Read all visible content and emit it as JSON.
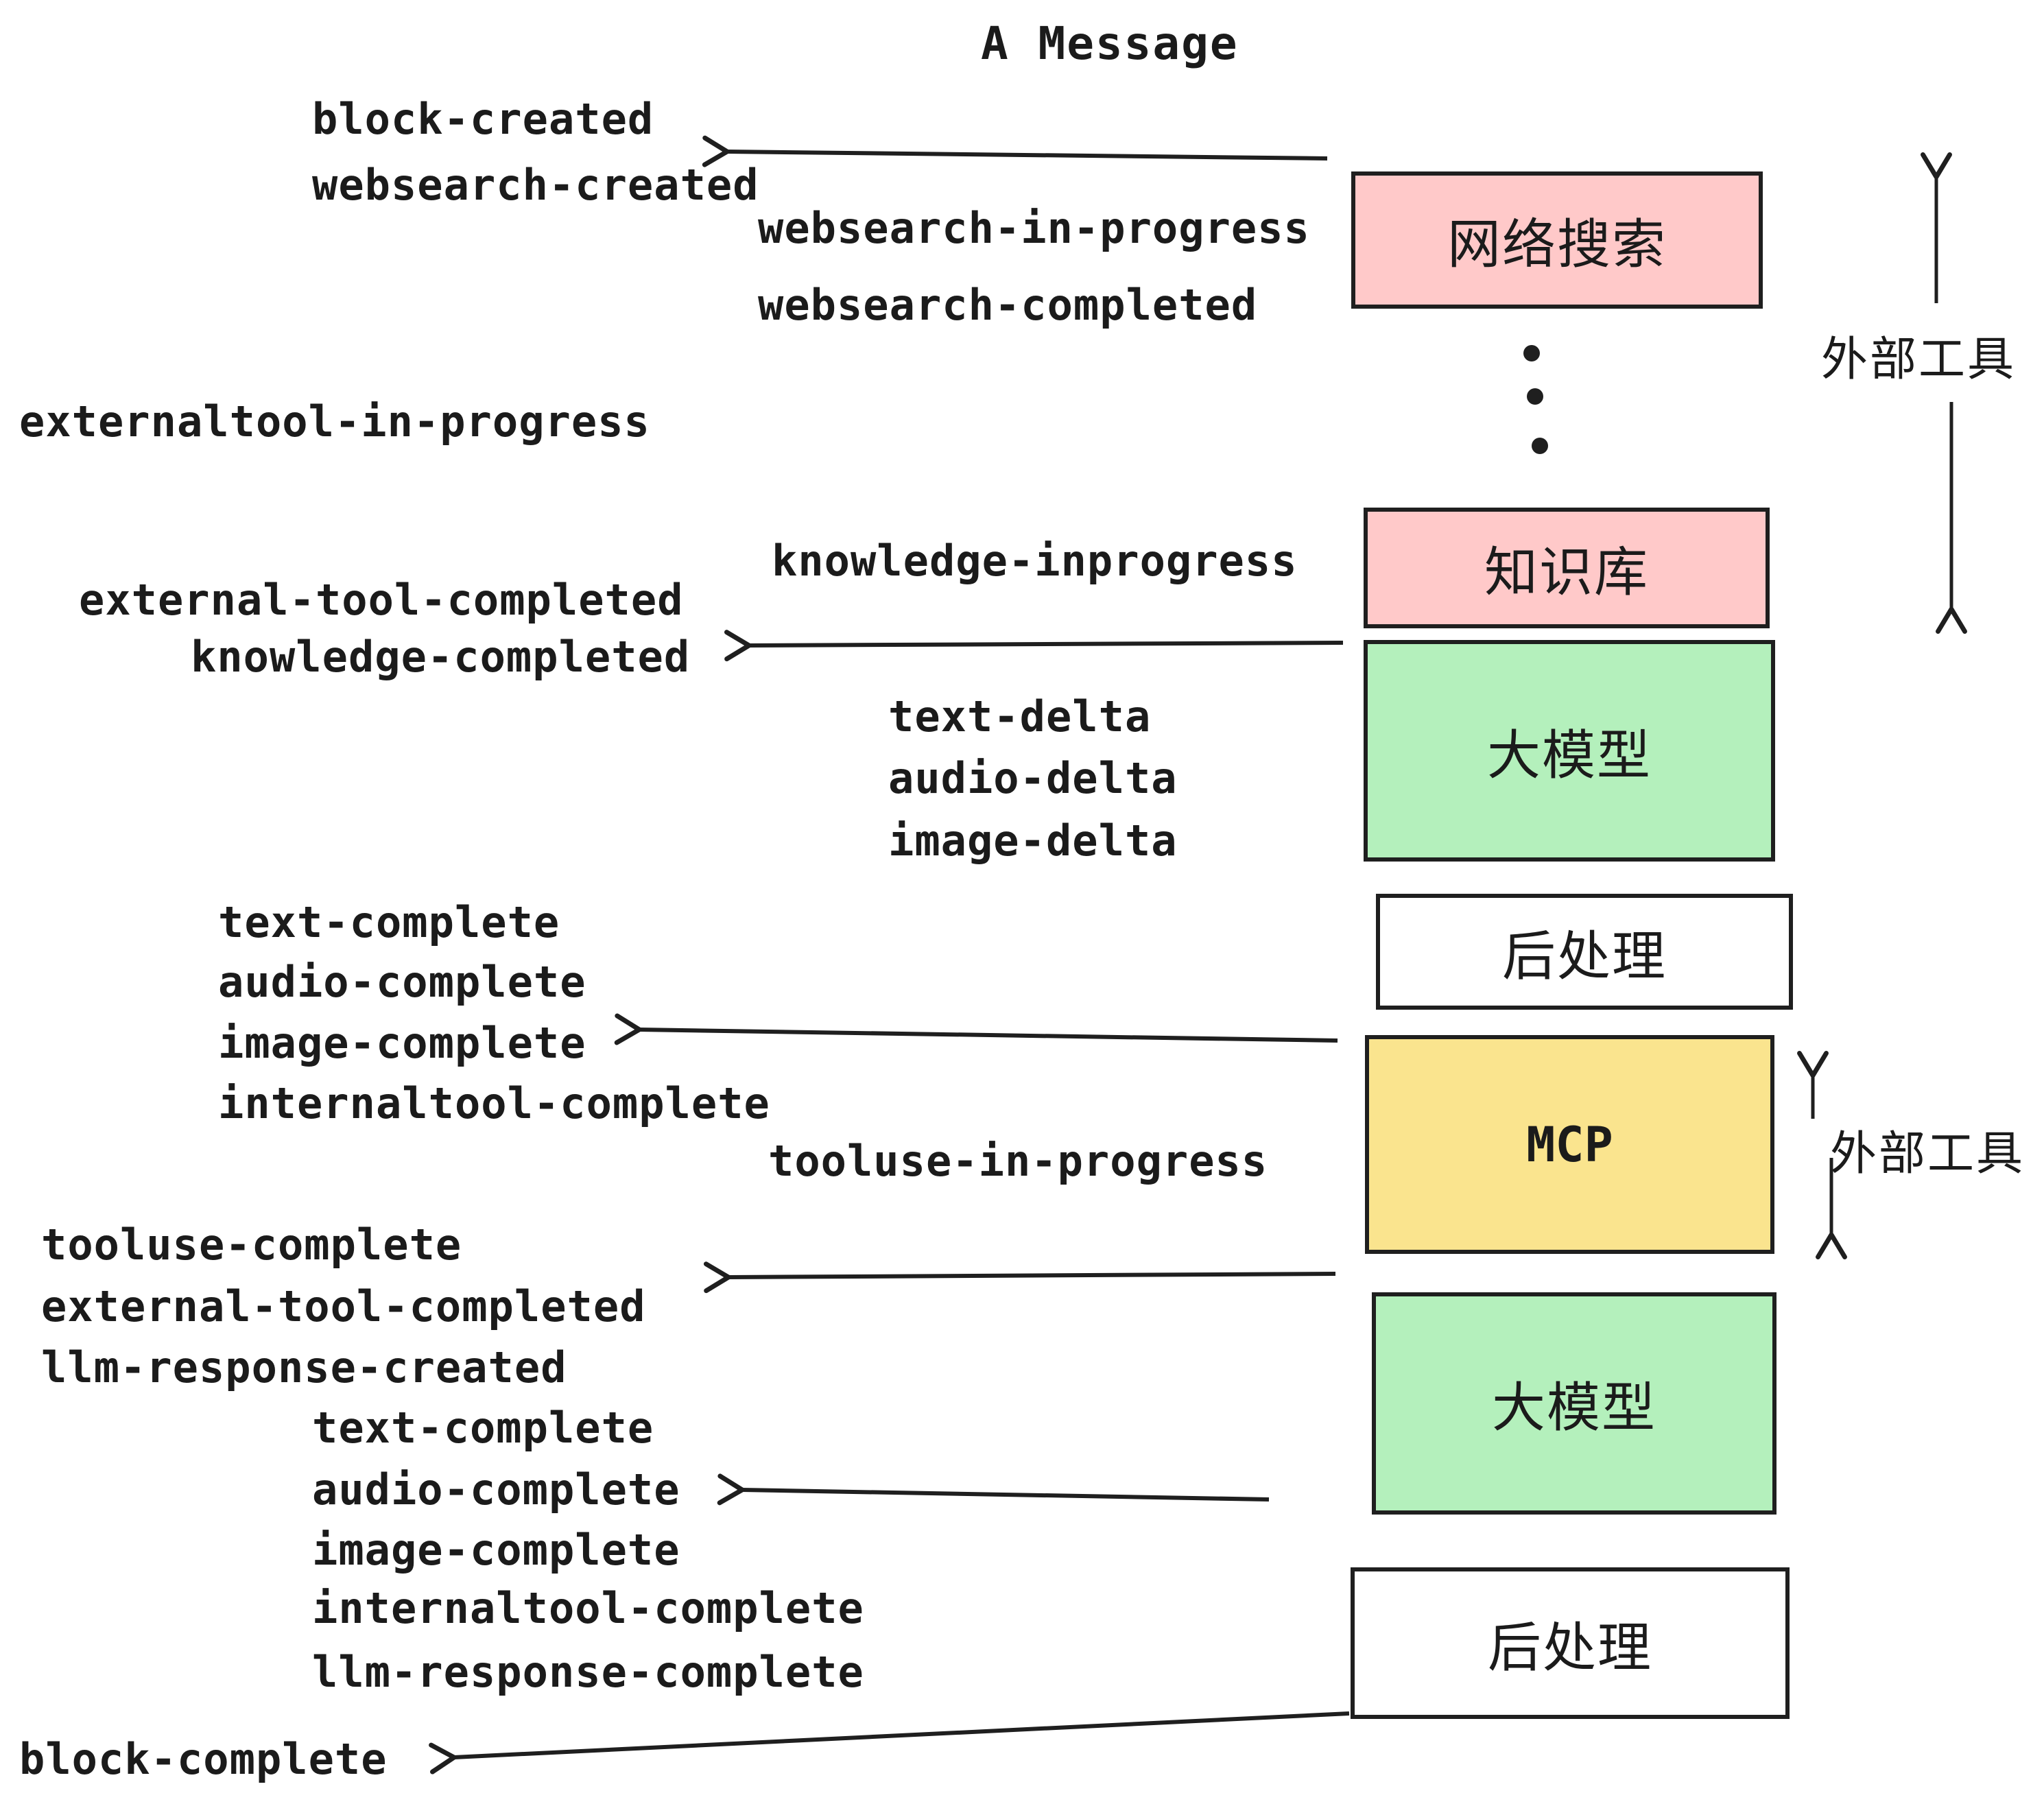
{
  "title": "A Message",
  "events": [
    {
      "id": "block-created",
      "label": "block-created"
    },
    {
      "id": "websearch-created",
      "label": "websearch-created"
    },
    {
      "id": "websearch-in-progress",
      "label": "websearch-in-progress"
    },
    {
      "id": "websearch-completed",
      "label": "websearch-completed"
    },
    {
      "id": "externaltool-in-progress",
      "label": "externaltool-in-progress"
    },
    {
      "id": "knowledge-inprogress",
      "label": "knowledge-inprogress"
    },
    {
      "id": "external-tool-completed",
      "label": "external-tool-completed"
    },
    {
      "id": "knowledge-completed",
      "label": "knowledge-completed"
    },
    {
      "id": "text-delta",
      "label": "text-delta"
    },
    {
      "id": "audio-delta",
      "label": "audio-delta"
    },
    {
      "id": "image-delta",
      "label": "image-delta"
    },
    {
      "id": "text-complete",
      "label": "text-complete"
    },
    {
      "id": "audio-complete",
      "label": "audio-complete"
    },
    {
      "id": "image-complete",
      "label": "image-complete"
    },
    {
      "id": "internaltool-complete",
      "label": "internaltool-complete"
    },
    {
      "id": "tooluse-in-progress",
      "label": "tooluse-in-progress"
    },
    {
      "id": "tooluse-complete",
      "label": "tooluse-complete"
    },
    {
      "id": "external-tool-completed-2",
      "label": "external-tool-completed"
    },
    {
      "id": "llm-response-created",
      "label": "llm-response-created"
    },
    {
      "id": "text-complete-2",
      "label": "text-complete"
    },
    {
      "id": "audio-complete-2",
      "label": "audio-complete"
    },
    {
      "id": "image-complete-2",
      "label": "image-complete"
    },
    {
      "id": "internaltool-complete-2",
      "label": "internaltool-complete"
    },
    {
      "id": "llm-response-complete",
      "label": "llm-response-complete"
    },
    {
      "id": "block-complete",
      "label": "block-complete"
    }
  ],
  "boxes": [
    {
      "id": "websearch-box",
      "label": "网络搜索",
      "color": "#ffc9c9"
    },
    {
      "id": "knowledge-box",
      "label": "知识库",
      "color": "#ffc9c9"
    },
    {
      "id": "llm-box-1",
      "label": "大模型",
      "color": "#b4f0bc"
    },
    {
      "id": "postprocess-box-1",
      "label": "后处理",
      "color": "#ffffff"
    },
    {
      "id": "mcp-box",
      "label": "MCP",
      "color": "#fae48e"
    },
    {
      "id": "llm-box-2",
      "label": "大模型",
      "color": "#b4f0bc"
    },
    {
      "id": "postprocess-box-2",
      "label": "后处理",
      "color": "#ffffff"
    }
  ],
  "side_labels": [
    {
      "id": "external-tools-top",
      "label": "外部工具"
    },
    {
      "id": "external-tools-mid",
      "label": "外部工具"
    }
  ],
  "icons": {
    "ellipsis": "vertical-ellipsis-dots",
    "arrowhead": "open-chevron"
  },
  "colors": {
    "pink": "#ffc9c9",
    "green": "#b4f0bc",
    "yellow": "#fae48e",
    "stroke": "#1f1f1f",
    "text": "#1b1b1b",
    "background": "#ffffff"
  }
}
